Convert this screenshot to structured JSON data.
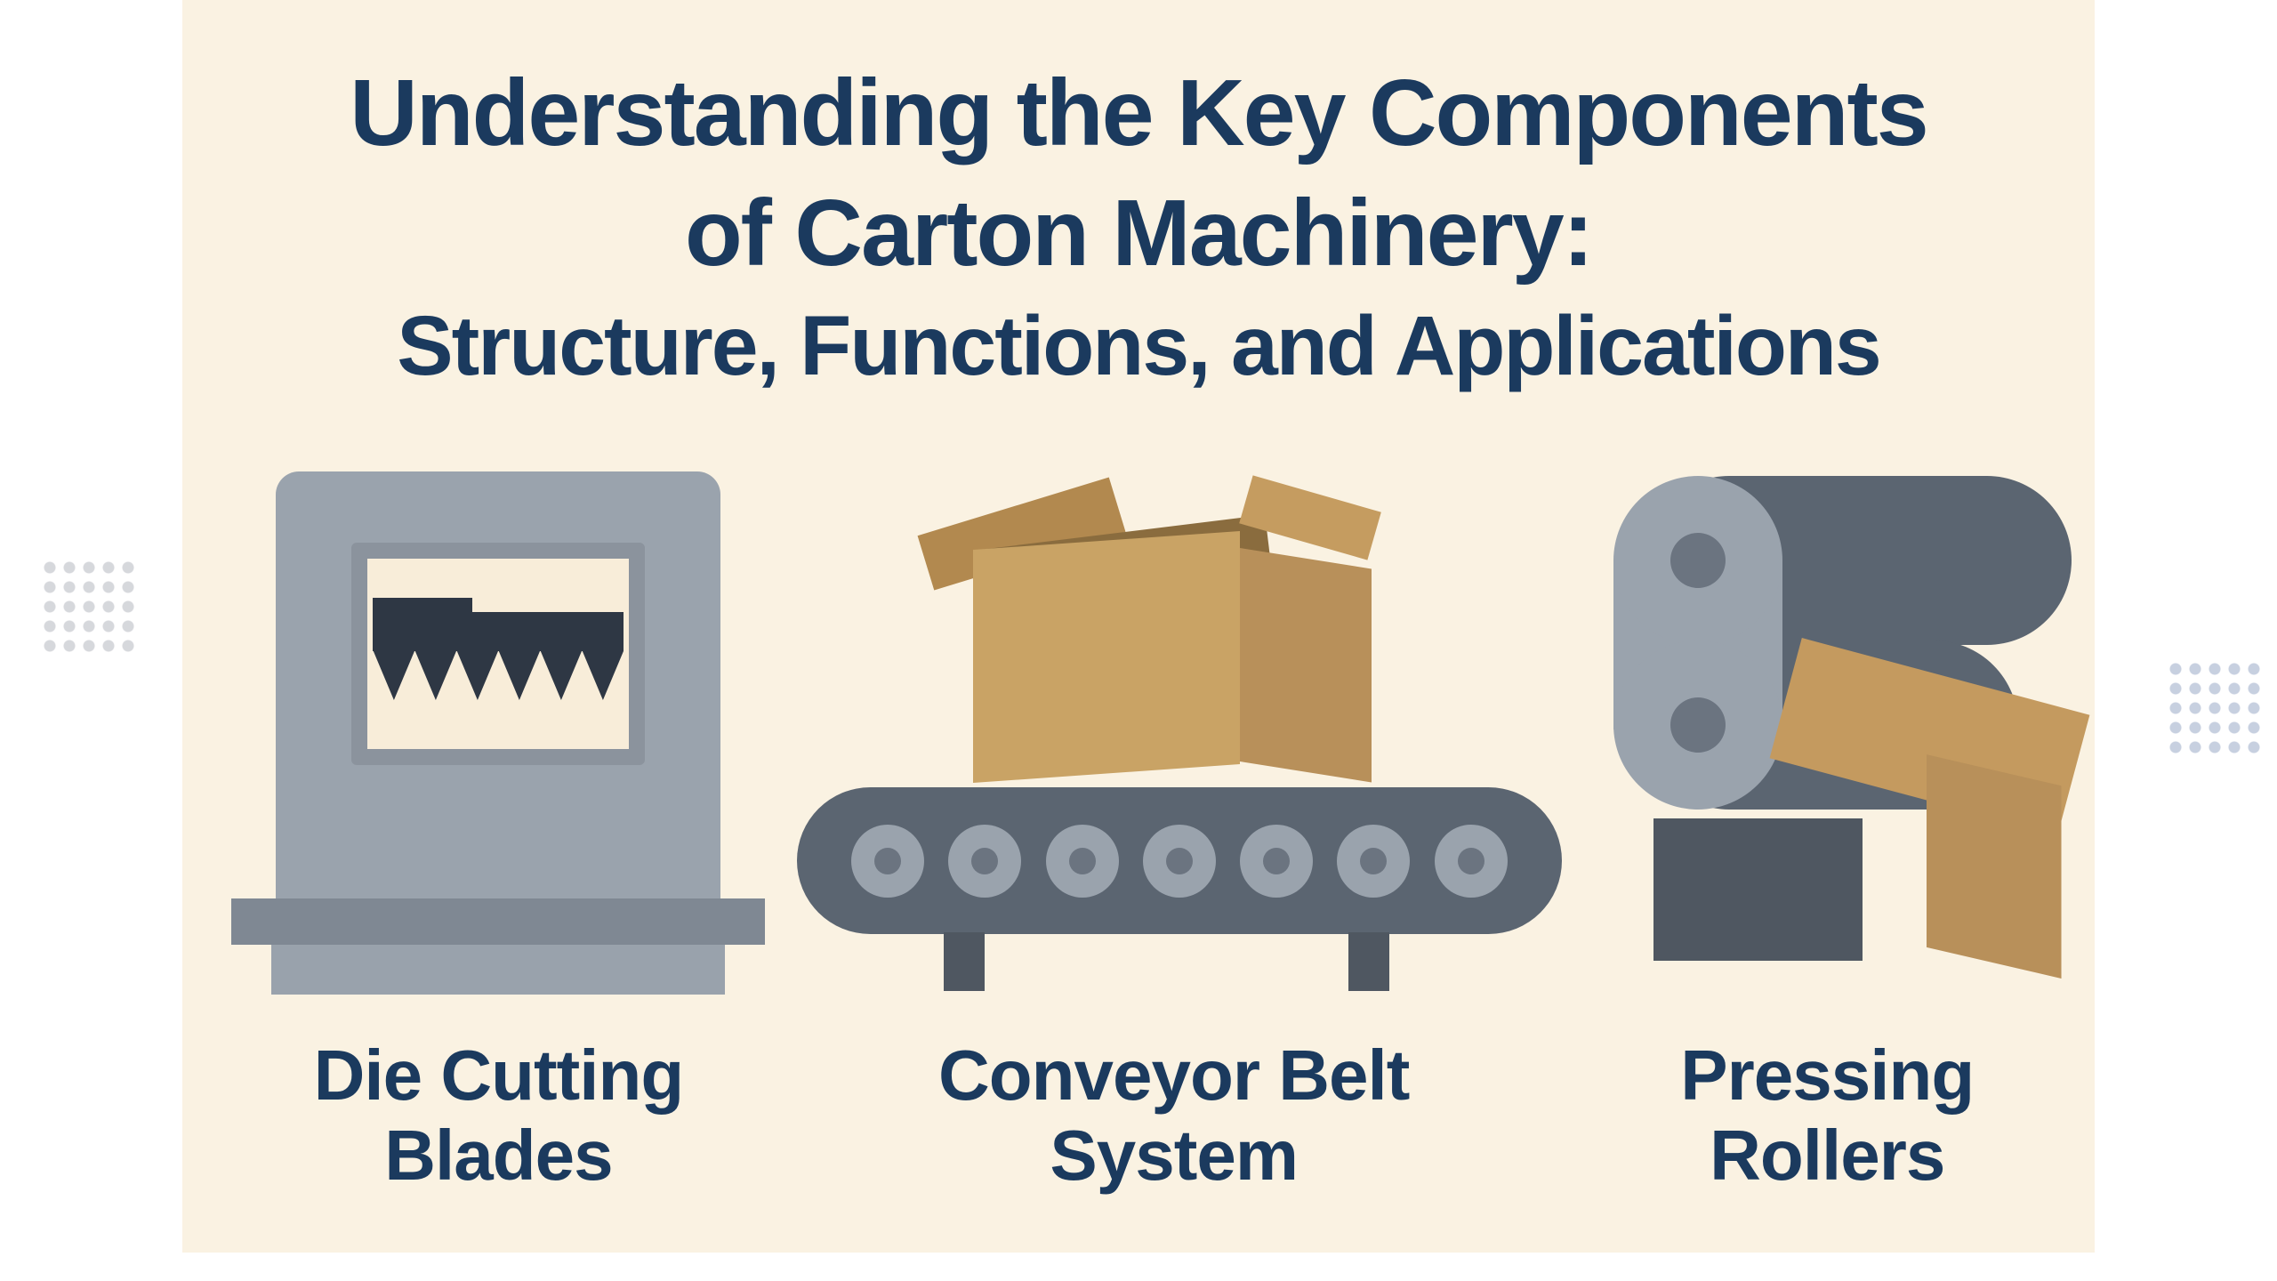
{
  "title": {
    "lines": [
      "Understanding the Key Components",
      "of Carton Machinery:",
      "Structure, Functions, and Applications"
    ]
  },
  "figures": [
    {
      "id": "die-cutting-blades",
      "icon": "die-cutting-machine-icon",
      "label_lines": [
        "Die Cutting",
        "Blades"
      ]
    },
    {
      "id": "conveyor-belt-system",
      "icon": "conveyor-belt-icon",
      "label_lines": [
        "Conveyor Belt",
        "System"
      ],
      "roller_count": 7
    },
    {
      "id": "pressing-rollers",
      "icon": "pressing-rollers-icon",
      "label_lines": [
        "Pressing",
        "Rollers"
      ]
    }
  ],
  "palette": {
    "page_background": "#ffffff",
    "panel_background": "#faf2e2",
    "heading_text": "#1b3a5e",
    "machine_gray_light": "#9aa3ad",
    "machine_gray_dark": "#5b6571",
    "blade_dark": "#2e3744",
    "cardboard_tan": "#c9a365",
    "cardboard_tan_dark": "#b8905a"
  }
}
